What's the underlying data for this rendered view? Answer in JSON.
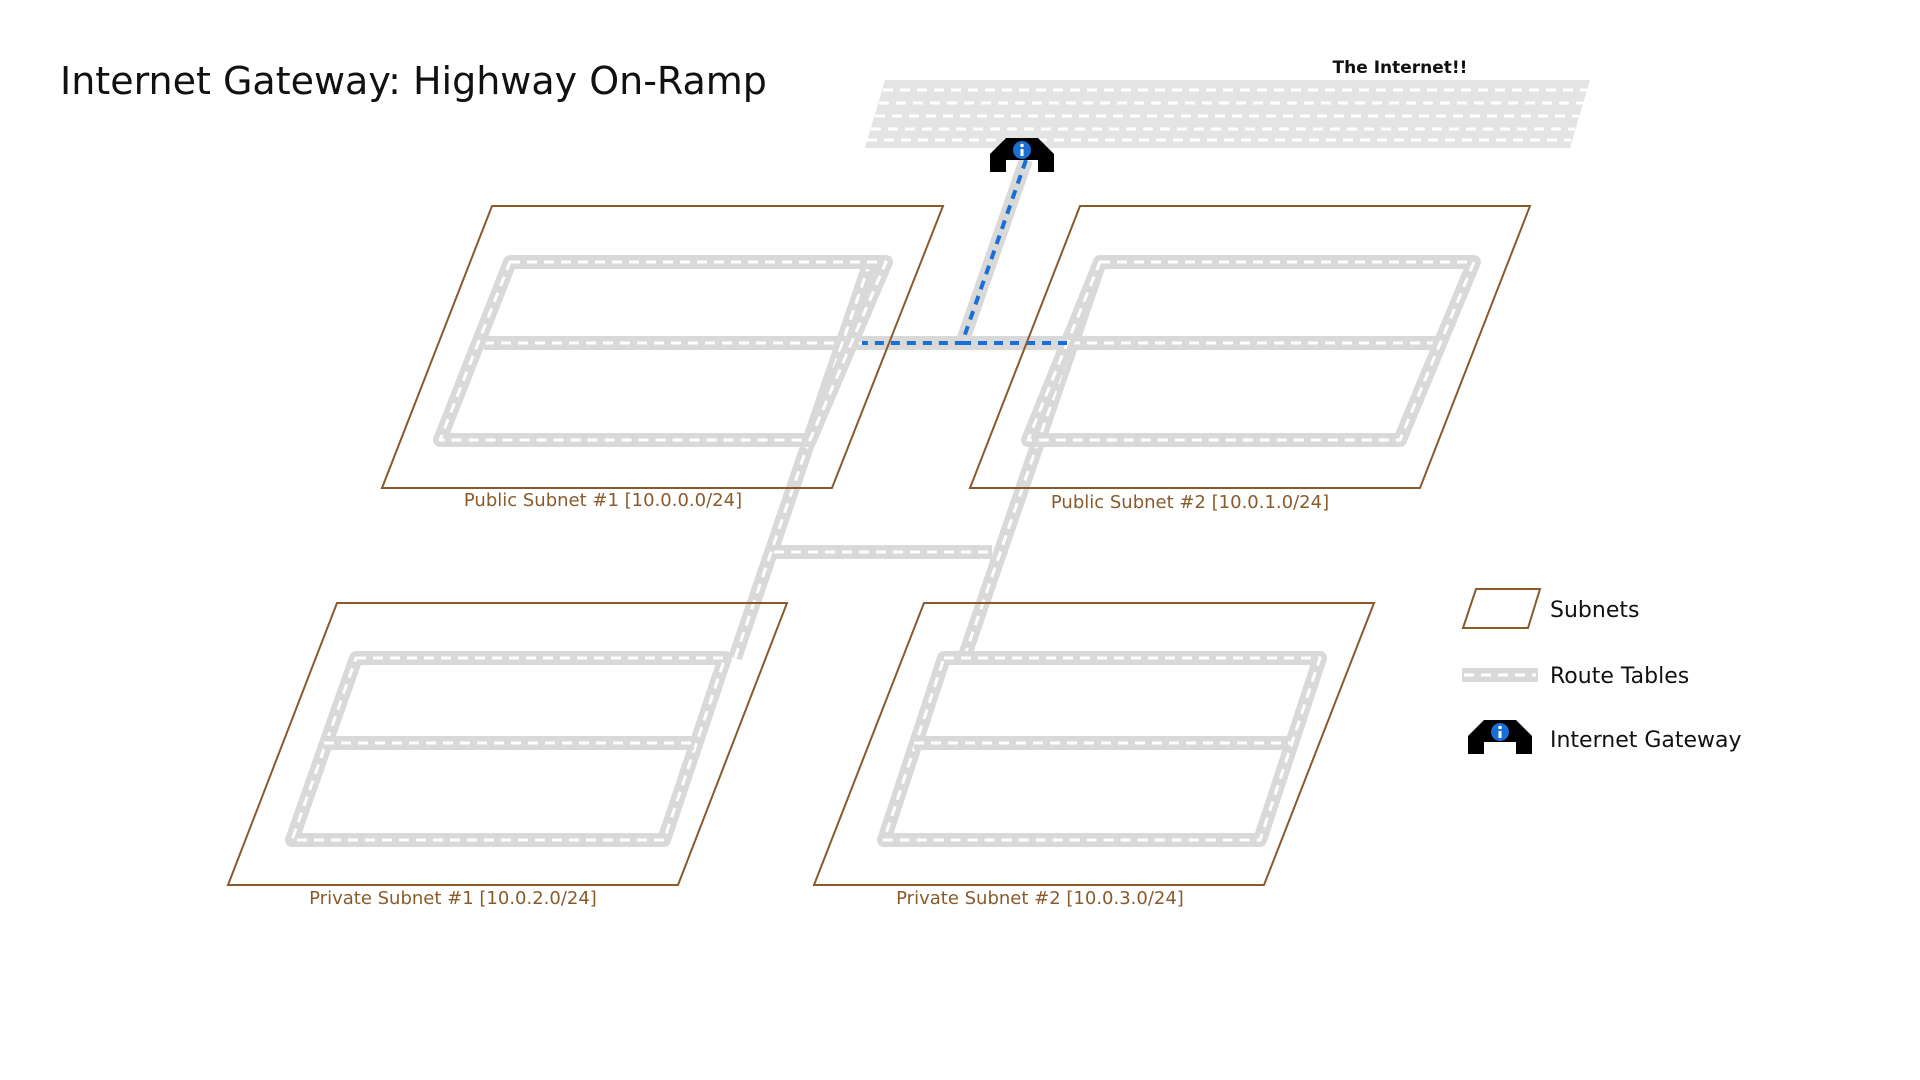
{
  "diagram": {
    "title": "Internet Gateway: Highway On-Ramp",
    "internet_label": "The Internet!!",
    "subnets": [
      {
        "id": "public-1",
        "label": "Public Subnet #1 [10.0.0.0/24]"
      },
      {
        "id": "public-2",
        "label": "Public Subnet #2 [10.0.1.0/24]"
      },
      {
        "id": "private-1",
        "label": "Private Subnet #1 [10.0.2.0/24]"
      },
      {
        "id": "private-2",
        "label": "Private Subnet #2 [10.0.3.0/24]"
      }
    ],
    "gateway_icon": "internet-gateway-icon",
    "legend": {
      "subnets": "Subnets",
      "route_tables": "Route Tables",
      "internet_gateway": "Internet Gateway"
    },
    "colors": {
      "subnet_border": "#8a5a2b",
      "road": "#d9d9d9",
      "gateway_route": "#1a6fd6",
      "gateway": "#000000"
    }
  }
}
